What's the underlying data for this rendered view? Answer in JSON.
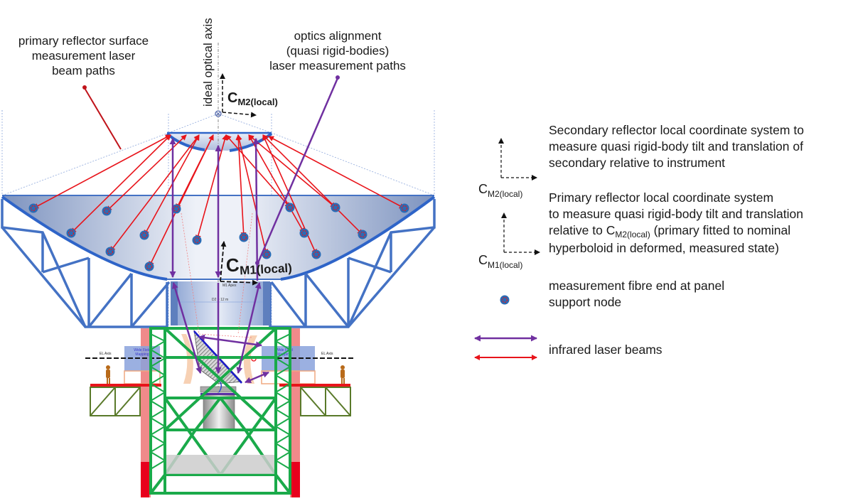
{
  "diagram": {
    "title_axis": "ideal optical axis",
    "callouts": {
      "primary_surface": [
        "primary reflector surface",
        "measurement laser",
        "beam paths"
      ],
      "optics_alignment": [
        "optics alignment",
        "(quasi rigid-bodies)",
        "laser measurement paths"
      ],
      "cm2_label": {
        "main": "C",
        "sub": "M2(local)"
      },
      "cm1_label": {
        "main": "C",
        "sub": "M1(local)"
      }
    },
    "small_labels": {
      "m1_apex": "M1 Apex",
      "d2": "D2 = 12 m",
      "el_axis_left": "EL Axis",
      "el_axis_right": "EL Axis",
      "wide_field_left": [
        "Wide Field",
        "Mapping"
      ],
      "wide_field_right": [
        "Wide Field",
        "Mapping"
      ]
    },
    "colors": {
      "structure_blue": "#4472c4",
      "laser_red": "#e8141b",
      "laser_purple": "#7030a0",
      "truss_green": "#1aaa4a",
      "pier_pink": "#f08a8a",
      "pier_red": "#e8001c",
      "platform_green": "#5a7a2a"
    }
  },
  "legend": {
    "cm2": {
      "symbol": {
        "main": "C",
        "sub": "M2(local)"
      },
      "text": [
        "Secondary reflector local coordinate system to",
        "measure quasi rigid-body tilt and translation of",
        "secondary relative to instrument"
      ]
    },
    "cm1": {
      "symbol": {
        "main": "C",
        "sub": "M1(local)"
      },
      "text_l1": "Primary reflector local coordinate system",
      "text_l2": "to measure quasi rigid-body tilt and translation",
      "text_l3_pre": "relative to C",
      "text_l3_sub": "M2(local)",
      "text_l3_post": " (primary fitted to nominal",
      "text_l4": "hyperboloid in deformed, measured state)"
    },
    "fibre": {
      "text": [
        "measurement fibre end at panel",
        "support node"
      ]
    },
    "lasers": {
      "text": "infrared laser beams"
    }
  }
}
